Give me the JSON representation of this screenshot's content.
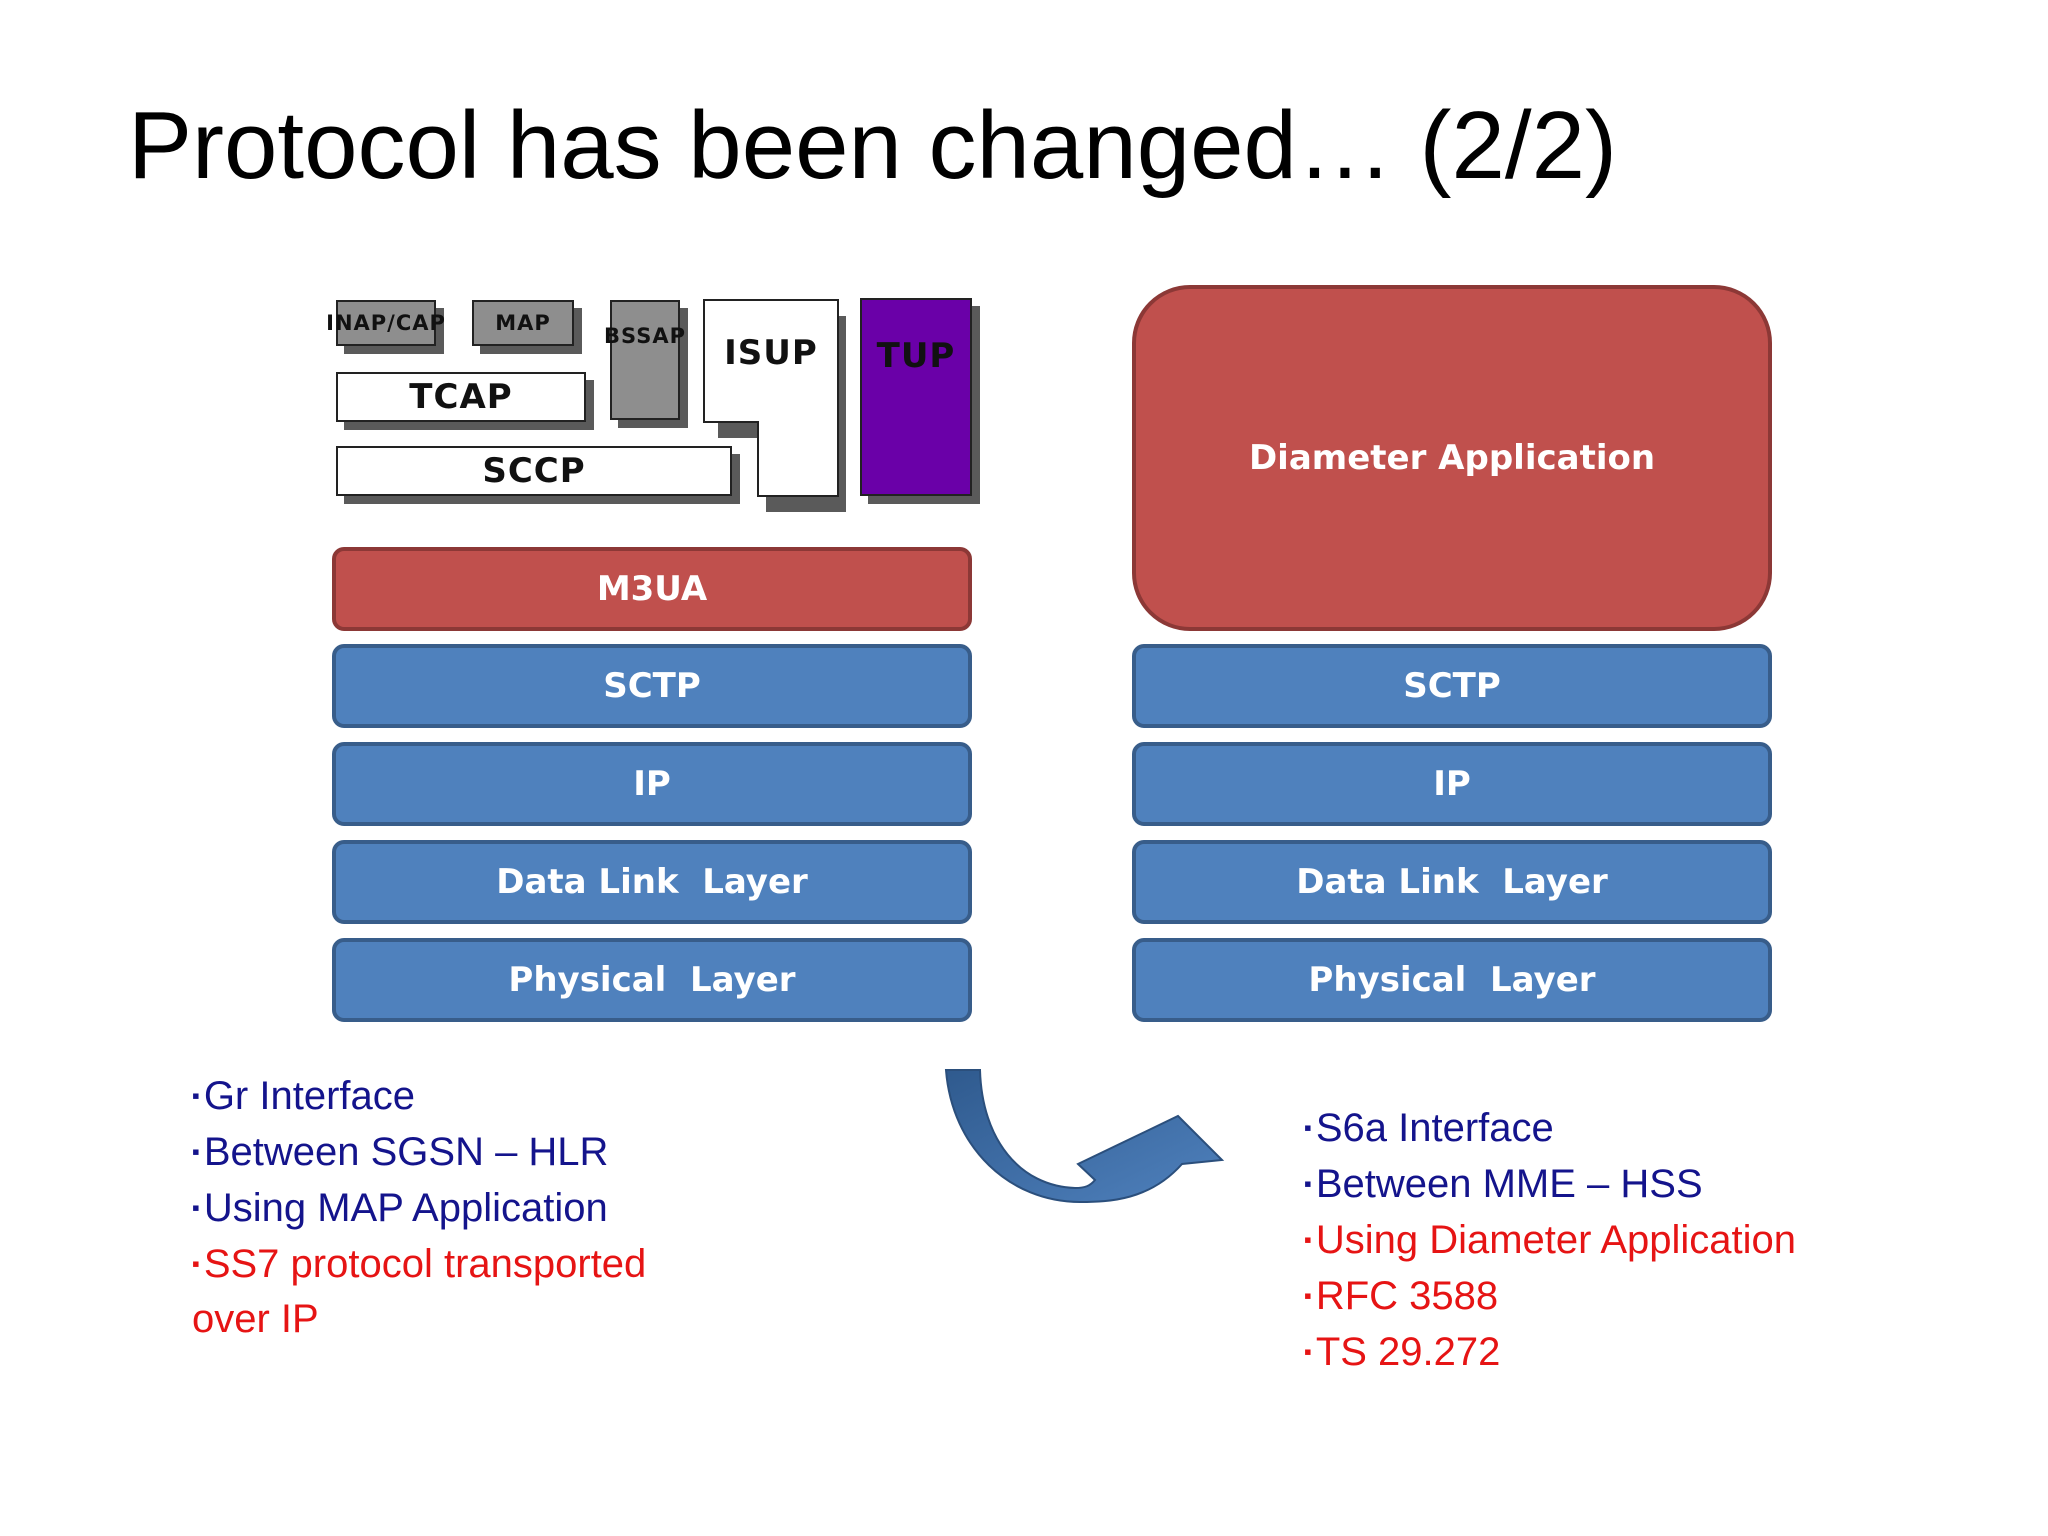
{
  "slide": {
    "title": "Protocol has been changed… (2/2)"
  },
  "left_stack": {
    "ss7_blocks": {
      "inap_cap": "INAP/CAP",
      "map": "MAP",
      "bssap": "BSSAP",
      "isup": "ISUP",
      "tup": "TUP",
      "tcap": "TCAP",
      "sccp": "SCCP"
    },
    "layers": [
      "M3UA",
      "SCTP",
      "IP",
      "Data Link  Layer",
      "Physical  Layer"
    ]
  },
  "right_stack": {
    "application": "Diameter Application",
    "layers": [
      "SCTP",
      "IP",
      "Data Link  Layer",
      "Physical  Layer"
    ]
  },
  "left_notes": [
    {
      "text": "Gr Interface",
      "bullet": "▪"
    },
    {
      "text": "Between SGSN – HLR",
      "bullet": "▪"
    },
    {
      "text": "Using MAP Application",
      "bullet": "▪"
    },
    {
      "text": "SS7 protocol transported",
      "bullet": "▪"
    },
    {
      "text": "over IP",
      "bullet": ""
    }
  ],
  "right_notes": [
    {
      "text": "S6a Interface",
      "bullet": "▪"
    },
    {
      "text": "Between MME – HSS",
      "bullet": "▪"
    },
    {
      "text": "Using Diameter Application",
      "bullet": "▪"
    },
    {
      "text": "RFC 3588",
      "bullet": "▪"
    },
    {
      "text": "TS 29.272",
      "bullet": "▪"
    }
  ],
  "colors": {
    "layer_blue": "#4f81bd",
    "layer_red": "#c0504d",
    "tup_purple": "#6a00a8",
    "note_navy": "#14148c",
    "note_red": "#e61414"
  },
  "icons": {
    "transition_arrow": "curved-arrow-right-icon"
  }
}
